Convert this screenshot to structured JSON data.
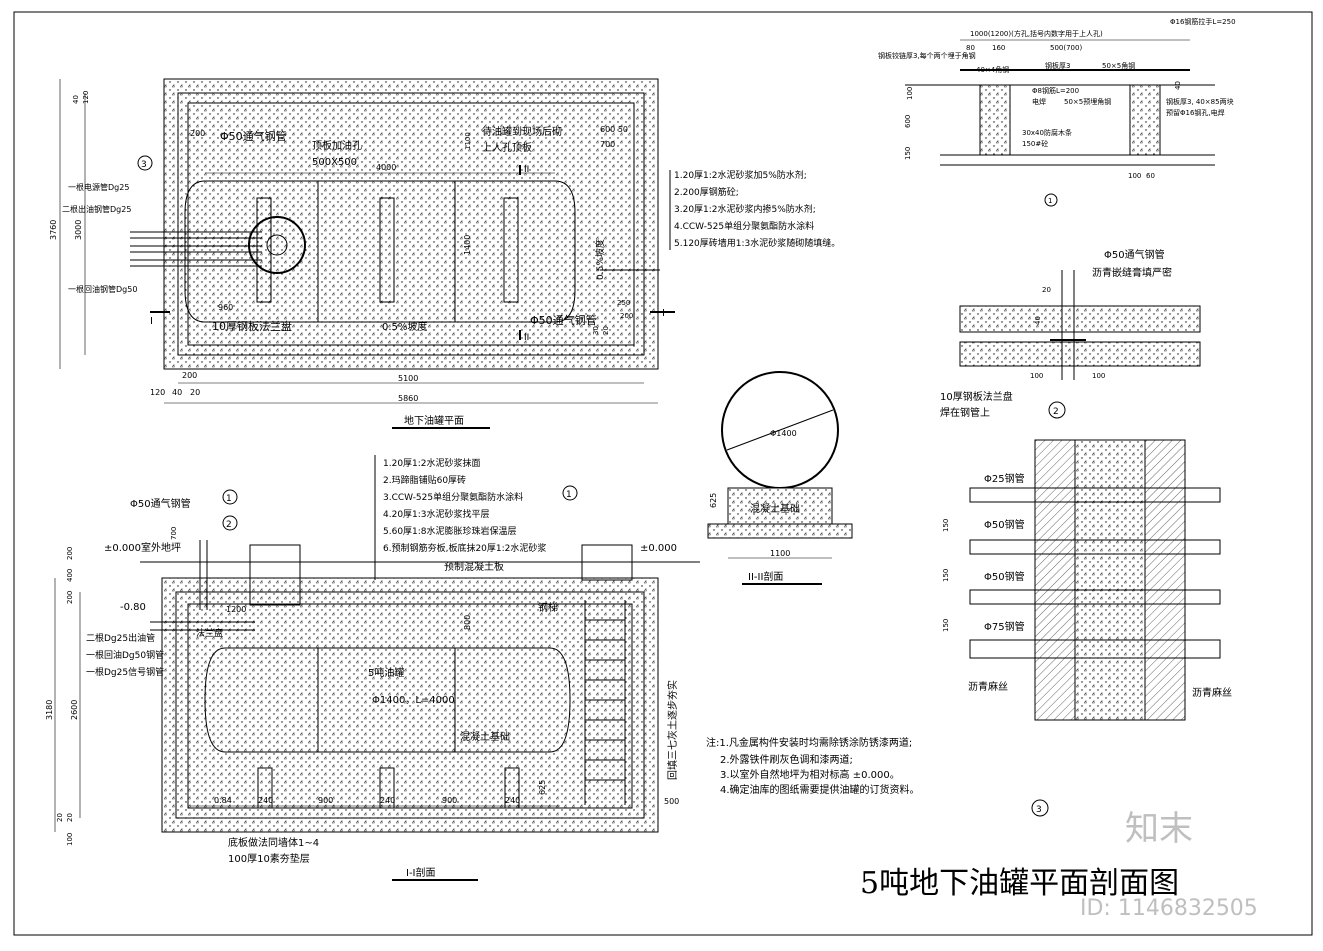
{
  "sheet_title": "5吨地下油罐平面剖面图",
  "watermark": {
    "logo": "知末",
    "id": "ID: 1146832505"
  },
  "plan": {
    "caption": "地下油罐平面",
    "vent_pipe_top": "Φ50通气钢管",
    "vent_pipe_bottom": "Φ50通气钢管",
    "roof_hole": "顶板加油孔",
    "roof_hole_size": "500X500",
    "masonry_note_1": "待油罐到现场后砌",
    "masonry_note_2": "上人孔顶板",
    "flange": "10厚钢板法兰盘",
    "slope_1": "0.5%坡度",
    "slope_2": "0.5%坡度",
    "pipe_power": "一根电源管Dg25",
    "pipe_out": "二根出油钢管Dg25",
    "pipe_return": "一根回油钢管Dg50",
    "layers": [
      "1.20厚1:2水泥砂浆加5%防水剂;",
      "2.200厚钢筋砼;",
      "3.20厚1:2水泥砂浆内掺5%防水剂;",
      "4.CCW-525单组分聚氨酯防水涂料",
      "5.120厚砖墙用1:3水泥砂浆随砌随填缝。"
    ],
    "dims": {
      "d5100": "5100",
      "d5860": "5860",
      "d3760": "3760",
      "d3000": "3000",
      "d4000": "4000",
      "d1400": "1400",
      "d1100": "1100",
      "d960": "960",
      "d200a": "200",
      "d200b": "200",
      "d200c": "200",
      "d120": "120",
      "d40": "40",
      "d20": "20",
      "d600_50": "600 50",
      "d700": "700",
      "d250": "250",
      "d40b": "40",
      "d120b": "120",
      "d30": "30",
      "d20b": "20"
    },
    "section_marks": [
      "I",
      "I",
      "II",
      "II"
    ],
    "callout_3": "3"
  },
  "section_11": {
    "caption": "I-I剖面",
    "tank_name": "5吨油罐",
    "tank_spec": "Φ1400，L=4000",
    "base": "混凝土基础",
    "precast": "预制混凝土板",
    "ladder": "钢梯",
    "fill": "回填三七灰土逐步夯实",
    "vent": "Φ50通气钢管",
    "ground_left": "±0.000室外地坪",
    "ground_right": "±0.000",
    "level_neg": "-0.80",
    "flange": "法兰盘",
    "pipes": [
      "二根Dg25出油管",
      "一根回油Dg50钢管",
      "一根Dg25信号钢管"
    ],
    "floor_1": "底板做法同墙体1~4",
    "floor_2": "100厚10素夯垫层",
    "layers": [
      "1.20厚1:2水泥砂浆抹面",
      "2.玛蹄脂铺贴60厚砖",
      "3.CCW-525单组分聚氨酯防水涂料",
      "4.20厚1:3水泥砂浆找平层",
      "5.60厚1:8水泥膨胀珍珠岩保温层",
      "6.预制钢筋夯板,板底抹20厚1:2水泥砂浆"
    ],
    "callouts": [
      "1",
      "2",
      "1"
    ],
    "dims": {
      "d3180": "3180",
      "d2600": "2600",
      "d1200": "1200",
      "d800": "800",
      "d0_84": "0.84",
      "d240a": "240",
      "d900a": "900",
      "d240b": "240",
      "d900b": "900",
      "d240c": "240",
      "d625": "625",
      "d500": "500",
      "d200": "200",
      "d400": "400",
      "d200b": "200",
      "d20": "20",
      "d100": "100",
      "d20b": "20",
      "d700": "700"
    }
  },
  "section_22": {
    "caption": "II-II剖面",
    "dia": "Φ1400",
    "base": "混凝土基础",
    "d625": "625",
    "d1100": "1100"
  },
  "detail_1": {
    "num": "1",
    "notes": [
      "1000(1200)(方孔,括号内数字用于上人孔)",
      "Φ16钢筋拉手L=250",
      "钢板铰链厚3,每个两个埋于角钢",
      "40×4角钢",
      "钢板厚3",
      "50×5角钢",
      "Φ8钢筋L=200",
      "电焊",
      "50×5预埋角钢",
      "钢板厚3, 40×85两块",
      "预留Φ16钢孔,电焊",
      "30x40防腐木条",
      "150#砼"
    ],
    "dims": [
      "80",
      "160",
      "500(700)",
      "100",
      "600",
      "150",
      "100",
      "60",
      "40"
    ]
  },
  "detail_2": {
    "num": "2",
    "vent": "Φ50通气钢管",
    "seal": "沥青嵌缝膏填严密",
    "flange_1": "10厚钢板法兰盘",
    "flange_2": "焊在钢管上",
    "dims": [
      "20",
      "40",
      "100",
      "100"
    ]
  },
  "detail_3": {
    "num": "3",
    "pipes": [
      "Φ25钢管",
      "Φ50钢管",
      "Φ50钢管",
      "Φ75钢管"
    ],
    "fill_left": "沥青麻丝",
    "fill_right": "沥青麻丝",
    "dims": [
      "150",
      "150",
      "150"
    ]
  },
  "notes": [
    "注:1.凡金属构件安装时均需除锈涂防锈漆两道;",
    "2.外露铁件刷灰色调和漆两道;",
    "3.以室外自然地坪为相对标高 ±0.000。",
    "4.确定油库的图纸需要提供油罐的订货资料。"
  ],
  "colors": {
    "ink": "#000000",
    "background": "#ffffff",
    "watermark": "#bfbfbf"
  }
}
